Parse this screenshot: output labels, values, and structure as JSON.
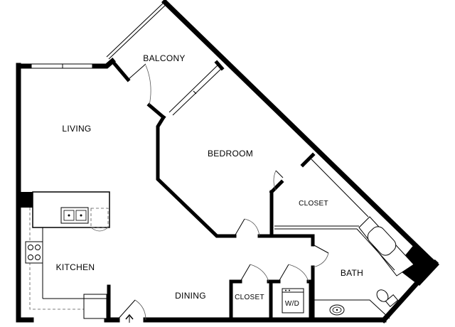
{
  "rooms": {
    "balcony": "BALCONY",
    "living": "LIVING",
    "bedroom": "BEDROOM",
    "closet_bedroom": "CLOSET",
    "kitchen": "KITCHEN",
    "dining": "DINING",
    "closet_hall": "CLOSET",
    "washer_dryer": "W/D",
    "bath": "BATH"
  }
}
